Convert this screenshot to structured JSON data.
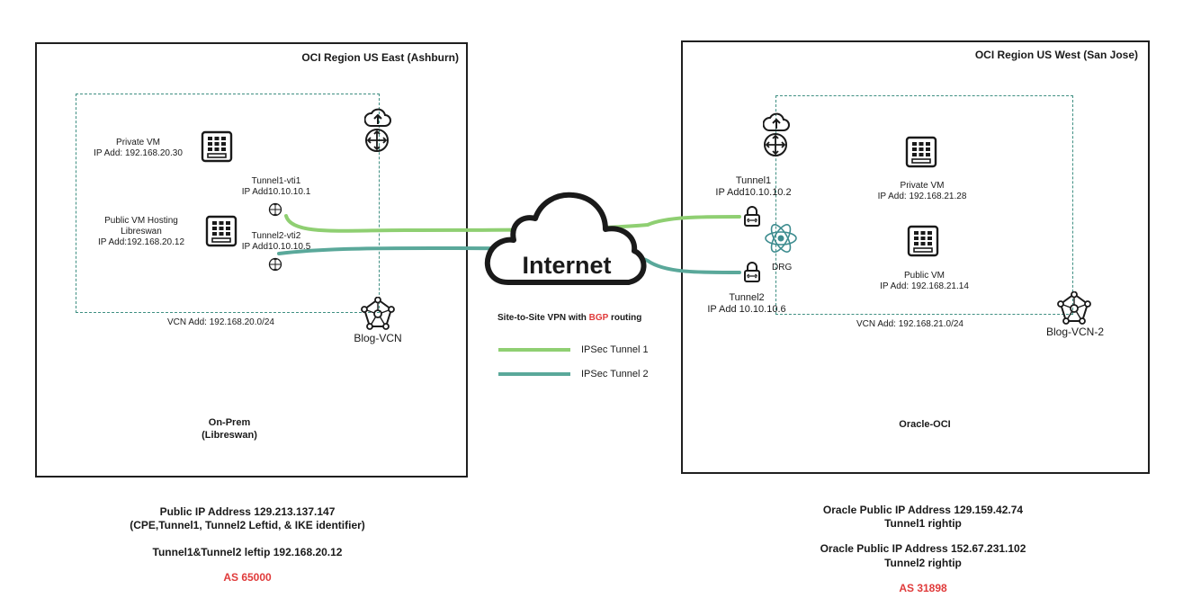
{
  "left_region": {
    "title": "OCI Region US East (Ashburn)",
    "vcn_label": "VCN Add: 192.168.20.0/24",
    "vcn_name": "Blog-VCN",
    "private_vm": {
      "name": "Private VM",
      "ip": "IP Add: 192.168.20.30"
    },
    "public_vm": {
      "line1": "Public VM Hosting",
      "line2": "Libreswan",
      "ip": "IP Add:192.168.20.12"
    },
    "tunnel1": {
      "name": "Tunnel1-vti1",
      "ip": "IP Add10.10.10.1"
    },
    "tunnel2": {
      "name": "Tunnel2-vti2",
      "ip": "IP Add10.10.10.5"
    },
    "site_name": "On-Prem",
    "site_sub": "(Libreswan)"
  },
  "right_region": {
    "title": "OCI Region US West  (San Jose)",
    "vcn_label": "VCN Add: 192.168.21.0/24",
    "vcn_name": "Blog-VCN-2",
    "private_vm": {
      "name": "Private VM",
      "ip": "IP Add: 192.168.21.28"
    },
    "public_vm": {
      "name": "Public VM",
      "ip": "IP Add: 192.168.21.14"
    },
    "tunnel1": {
      "name": "Tunnel1",
      "ip": "IP Add10.10.10.2"
    },
    "tunnel2": {
      "name": "Tunnel2",
      "ip": "IP Add 10.10.10.6"
    },
    "drg_label": "DRG",
    "site_name": "Oracle-OCI"
  },
  "internet": {
    "label": "Internet"
  },
  "legend": {
    "title_prefix": "Site-to-Site VPN with ",
    "title_highlight": "BGP",
    "title_suffix": " routing",
    "tunnel1": {
      "label": "IPSec Tunnel 1",
      "color": "#8fcf72"
    },
    "tunnel2": {
      "label": "IPSec Tunnel 2",
      "color": "#5aa89a"
    }
  },
  "notes_left": {
    "line1": "Public IP Address 129.213.137.147",
    "line2": "(CPE,Tunnel1, Tunnel2 Leftid, & IKE identifier)",
    "line3": "Tunnel1&Tunnel2 leftip 192.168.20.12",
    "asn": "AS 65000"
  },
  "notes_right": {
    "line1": "Oracle Public IP Address 129.159.42.74",
    "line2": "Tunnel1 rightip",
    "line3": "Oracle Public IP Address 152.67.231.102",
    "line4": "Tunnel2 rightip",
    "asn": "AS 31898"
  },
  "colors": {
    "accent_red": "#e03b3b",
    "dashed_vcn": "#3f8f82"
  }
}
